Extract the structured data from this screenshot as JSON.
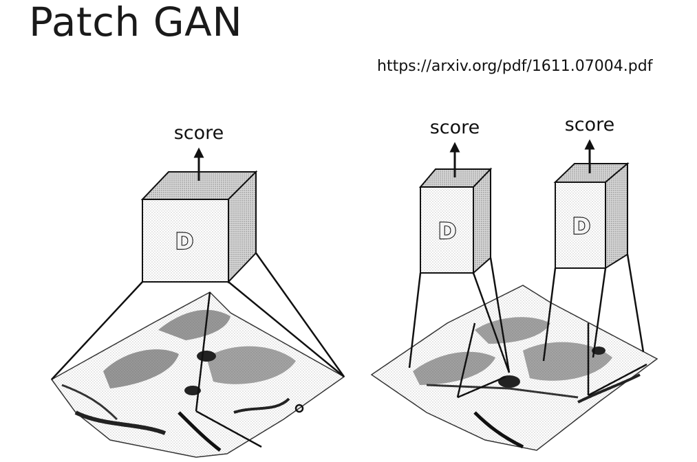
{
  "title": "Patch GAN",
  "reference": "https://arxiv.org/pdf/1611.07004.pdf",
  "left": {
    "score_label": "score",
    "discriminator_label": "D"
  },
  "right": {
    "patch_1": {
      "score_label": "score",
      "discriminator_label": "D"
    },
    "patch_2": {
      "score_label": "score",
      "discriminator_label": "D"
    }
  },
  "colors": {
    "text": "#111111",
    "cube_front": "#f2f2f2",
    "cube_top": "#e2e2e2",
    "cube_side": "#cfcfcf"
  }
}
